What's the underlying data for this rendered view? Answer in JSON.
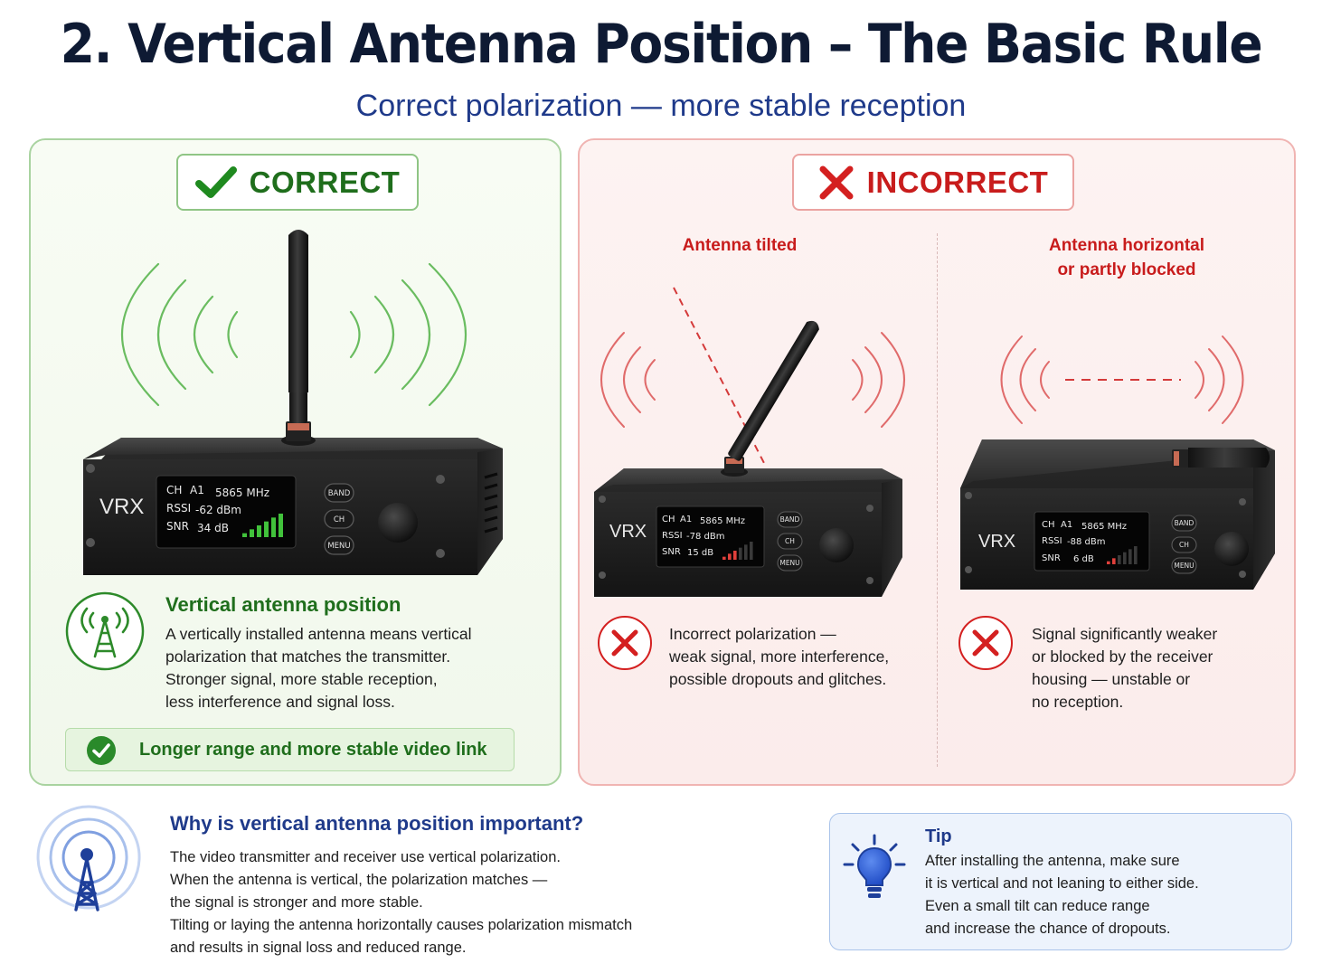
{
  "header": {
    "title": "2. Vertical Antenna Position – The Basic Rule",
    "subtitle": "Correct polarization — more stable reception"
  },
  "correct_panel": {
    "badge": "CORRECT",
    "device": {
      "brand": "VRX",
      "screen": {
        "ch": "CH",
        "ch_value": "A1",
        "freq": "5865 MHz",
        "rssi_label": "RSSI",
        "rssi": "-62 dBm",
        "snr_label": "SNR",
        "snr": "34 dB",
        "signal_bars": 6
      },
      "buttons": [
        "BAND",
        "CH",
        "MENU"
      ]
    },
    "heading": "Vertical antenna position",
    "body": [
      "A vertically installed antenna means vertical",
      "polarization that matches the transmitter.",
      "Stronger signal, more stable reception,",
      "less interference and signal loss."
    ],
    "highlight": "Longer range and more stable video link",
    "colors": {
      "accent": "#1f6e1c",
      "border": "#a9d3a0",
      "wave": "#4fb34a"
    }
  },
  "incorrect_panel": {
    "badge": "INCORRECT",
    "tilted": {
      "label": "Antenna tilted",
      "device": {
        "brand": "VRX",
        "screen": {
          "ch": "CH",
          "ch_value": "A1",
          "freq": "5865 MHz",
          "rssi_label": "RSSI",
          "rssi": "-78 dBm",
          "snr_label": "SNR",
          "snr": "15 dB",
          "signal_bars": 3
        },
        "buttons": [
          "BAND",
          "CH",
          "MENU"
        ]
      },
      "body": [
        "Incorrect polarization —",
        "weak signal, more interference,",
        "possible dropouts and glitches."
      ]
    },
    "horizontal": {
      "label": [
        "Antenna horizontal",
        "or partly blocked"
      ],
      "device": {
        "brand": "VRX",
        "screen": {
          "ch": "CH",
          "ch_value": "A1",
          "freq": "5865 MHz",
          "rssi_label": "RSSI",
          "rssi": "-88 dBm",
          "snr_label": "SNR",
          "snr": "6 dB",
          "signal_bars": 2
        },
        "buttons": [
          "BAND",
          "CH",
          "MENU"
        ]
      },
      "body": [
        "Signal significantly weaker",
        "or blocked by the receiver",
        "housing — unstable or",
        "no reception."
      ]
    },
    "colors": {
      "accent": "#c81c1c",
      "border": "#f0b4b2",
      "wave": "#e06b6b"
    }
  },
  "why": {
    "heading": "Why is vertical antenna position important?",
    "body": [
      "The video transmitter and receiver use vertical polarization.",
      "When the antenna is vertical, the polarization matches —",
      "the signal is stronger and more stable.",
      "Tilting or laying the antenna horizontally causes polarization mismatch",
      "and results in signal loss and reduced range."
    ],
    "icon": "antenna-tower-icon"
  },
  "tip": {
    "heading": "Tip",
    "body": [
      "After installing the antenna, make sure",
      "it is vertical and not leaning to either side.",
      "Even a small tilt can reduce range",
      "and increase the chance of dropouts."
    ],
    "icon": "lightbulb-icon"
  }
}
